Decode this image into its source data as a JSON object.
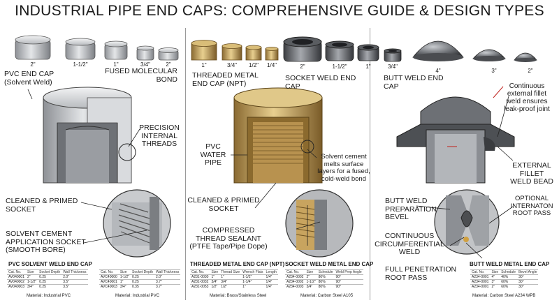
{
  "title": "INDUSTRIAL PIPE END CAPS: COMPREHENSIVE GUIDE & DESIGN TYPES",
  "pvc": {
    "sizes": [
      "2\"",
      "1-1/2\"",
      "1\"",
      "3/4\"",
      "2\""
    ],
    "callout_main": "PVC END CAP\n(Solvent Weld)",
    "callout_fused": "FUSED MOLECULAR\nBOND",
    "callout_threads": "PRECISION\nINTERNAL\nTHREADS",
    "callout_cleaned": "CLEANED & PRIMED\nSOCKET",
    "callout_socket": "SOLVENT CEMENT\nAPPLICATION SOCKET\n(SMOOTH BORE)",
    "table_title": "PVC SOLVENT WELD END CAP",
    "table1": {
      "headers": [
        "Cat. No.",
        "Size",
        "Socket Depth",
        "Wall Thickness"
      ],
      "rows": [
        [
          "AV040001",
          "2\"",
          "0.25",
          "2.0\""
        ],
        [
          "AV040002",
          "1-1/2\"",
          "0.25",
          "3.5\""
        ],
        [
          "AV040003",
          "3/4\"",
          "0.25",
          "3.5\""
        ]
      ]
    },
    "table2": {
      "headers": [
        "Cat. No.",
        "Size",
        "Socket Depth",
        "Wall Thickness"
      ],
      "rows": [
        [
          "AVC40000",
          "1-1/2\"",
          "0.25",
          "2.0\""
        ],
        [
          "AVC40001",
          "1\"",
          "0.25",
          "3.7\""
        ],
        [
          "AVC40003",
          "3/4\"",
          "0.35",
          "3.7\""
        ]
      ]
    },
    "material1": "Material: Industrial PVC",
    "material2": "Material: Industrial PVC"
  },
  "threaded": {
    "sizes": [
      "1\"",
      "3/4\"",
      "1/2\"",
      "1/4\""
    ],
    "callout_main": "THREADED METAL\nEND CAP (NPT)",
    "callout_pvc_pipe": "PVC\nWATER\nPIPE",
    "callout_cleaned": "CLEANED & PRIMED\nSOCKET",
    "callout_sealant": "COMPRESSED\nTHREAD SEALANT\n(PTFE Tape/Pipe Dope)",
    "callout_solvent": "Solvent cement\nmelts surface\nlayers for a fused,\ncold-weld bond",
    "table_title": "THREADED METAL END CAP (NPT)",
    "table": {
      "headers": [
        "Cat. No.",
        "Size",
        "Thread Size",
        "Wrench Flats",
        "Length"
      ],
      "rows": [
        [
          "A231-0030",
          "1\"",
          "1\"",
          "1-1/2\"",
          "1/4\""
        ],
        [
          "A231-0032",
          "3/4\"",
          "3/4\"",
          "1-1/4\"",
          "1/4\""
        ],
        [
          "A231-0053",
          "1/2\"",
          "1/2\"",
          "1\"",
          "1/4\""
        ]
      ]
    },
    "material": "Material: Brass/Stainless Steel"
  },
  "socket": {
    "sizes": [
      "2\"",
      "1-1/2\"",
      "1\"",
      "3/4\""
    ],
    "callout_main": "SOCKET WELD END CAP",
    "table_title": "SOCKET WELD METAL END CAP",
    "table": {
      "headers": [
        "Cat. No.",
        "Size",
        "Schedule",
        "Weld Prep Angle"
      ],
      "rows": [
        [
          "A234-0002",
          "2\"",
          "80%",
          "90°"
        ],
        [
          "A234-0002",
          "1-1/2\"",
          "80%",
          "90°"
        ],
        [
          "A234-0003",
          "3/4\"",
          "80%",
          "90°"
        ]
      ]
    },
    "material": "Material: Carbon Steel A105"
  },
  "butt": {
    "sizes": [
      "4\"",
      "3\"",
      "2\""
    ],
    "callout_main": "BUTT WELD END CAP",
    "callout_fillet": "Continuous\nexternal fillet\nweld ensures\nleak-proof joint",
    "callout_bead": "EXTERNAL\nFILLET\nWELD BEAD",
    "callout_bevel": "BUTT WELD\nPREPARATION\nBEVEL",
    "callout_root": "OPTIONAL\nINTERNATON\nROOT PASS",
    "callout_circ": "CONTINUOUS\nCIRCUMFERENTIAL\nWELD",
    "callout_full": "FULL PENETRATION\nROOT PASS",
    "table_title": "BUTT WELD METAL END CAP",
    "table": {
      "headers": [
        "Cat. No.",
        "Size",
        "Schedule",
        "Bevel Angle"
      ],
      "rows": [
        [
          "A234-0001",
          "4\"",
          "40%",
          "30°"
        ],
        [
          "A234-0001",
          "3\"",
          "60%",
          "30°"
        ],
        [
          "A234-0001",
          "2\"",
          "60%",
          "30°"
        ]
      ]
    },
    "material": "Material: Carbon Steel A234 WPB"
  }
}
